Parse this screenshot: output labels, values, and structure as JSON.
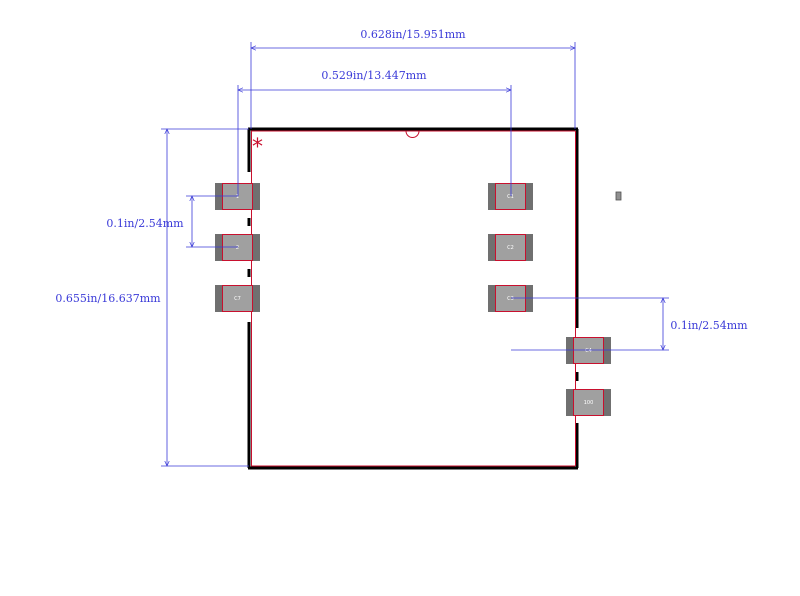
{
  "colors": {
    "background": "#ffffff",
    "outline": "#000000",
    "courtyard": "#c8102e",
    "dimension": "#3a3ad8",
    "pad_fill": "#a0a0a0",
    "pad_border": "#707070"
  },
  "pin1_marker": "*",
  "dimensions": {
    "width_overall": "0.628in/15.951mm",
    "width_pads": "0.529in/13.447mm",
    "height_overall": "0.655in/16.637mm",
    "pitch_left": "0.1in/2.54mm",
    "pitch_right": "0.1in/2.54mm"
  },
  "pads": [
    {
      "label": "1"
    },
    {
      "label": "2"
    },
    {
      "label": "C7"
    },
    {
      "label": "C1"
    },
    {
      "label": "C2"
    },
    {
      "label": "C3"
    },
    {
      "label": "C4"
    },
    {
      "label": "100"
    }
  ]
}
